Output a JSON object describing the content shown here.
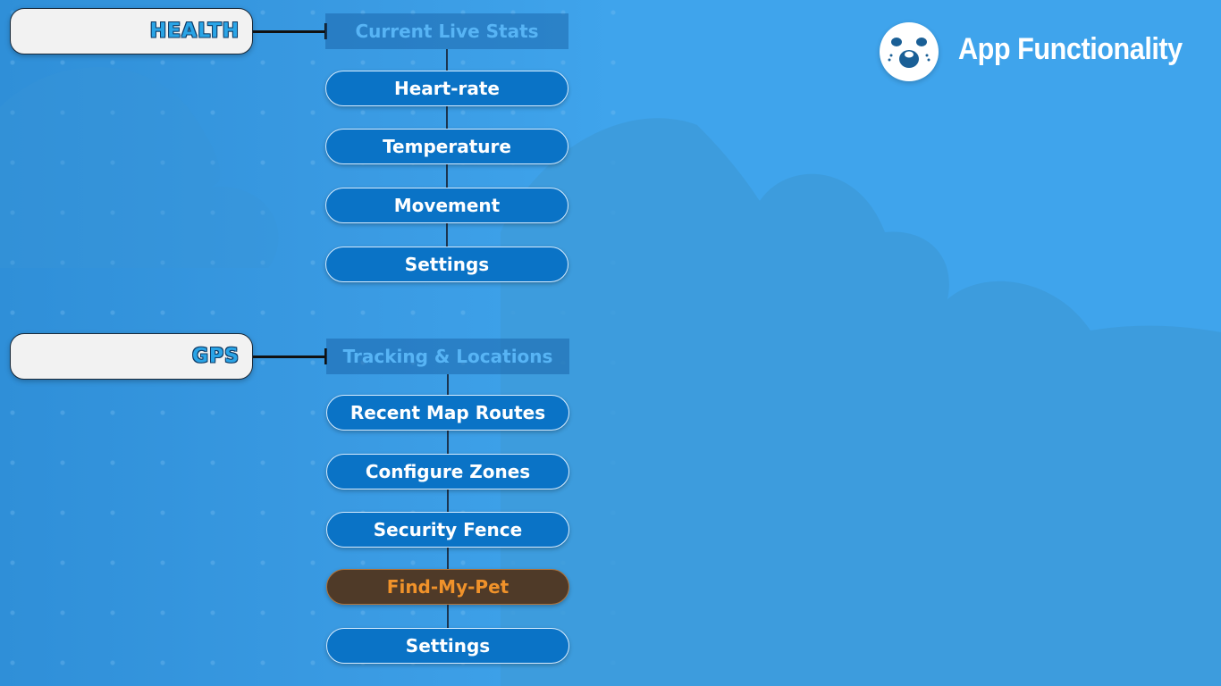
{
  "app": {
    "title": "App Functionality",
    "logo_icon": "pet-face-icon"
  },
  "colors": {
    "background": "#3fa4ec",
    "button": "#0a73c6",
    "active_button": "#4f3a28",
    "active_text": "#f0922a",
    "category_text": "#2aa4e6"
  },
  "sections": [
    {
      "category": "HEALTH",
      "header": "Current Live Stats",
      "items": [
        {
          "label": "Heart-rate",
          "active": false
        },
        {
          "label": "Temperature",
          "active": false
        },
        {
          "label": "Movement",
          "active": false
        },
        {
          "label": "Settings",
          "active": false
        }
      ]
    },
    {
      "category": "GPS",
      "header": "Tracking & Locations",
      "items": [
        {
          "label": "Recent Map Routes",
          "active": false
        },
        {
          "label": "Configure Zones",
          "active": false
        },
        {
          "label": "Security Fence",
          "active": false
        },
        {
          "label": "Find-My-Pet",
          "active": true
        },
        {
          "label": "Settings",
          "active": false
        }
      ]
    }
  ]
}
